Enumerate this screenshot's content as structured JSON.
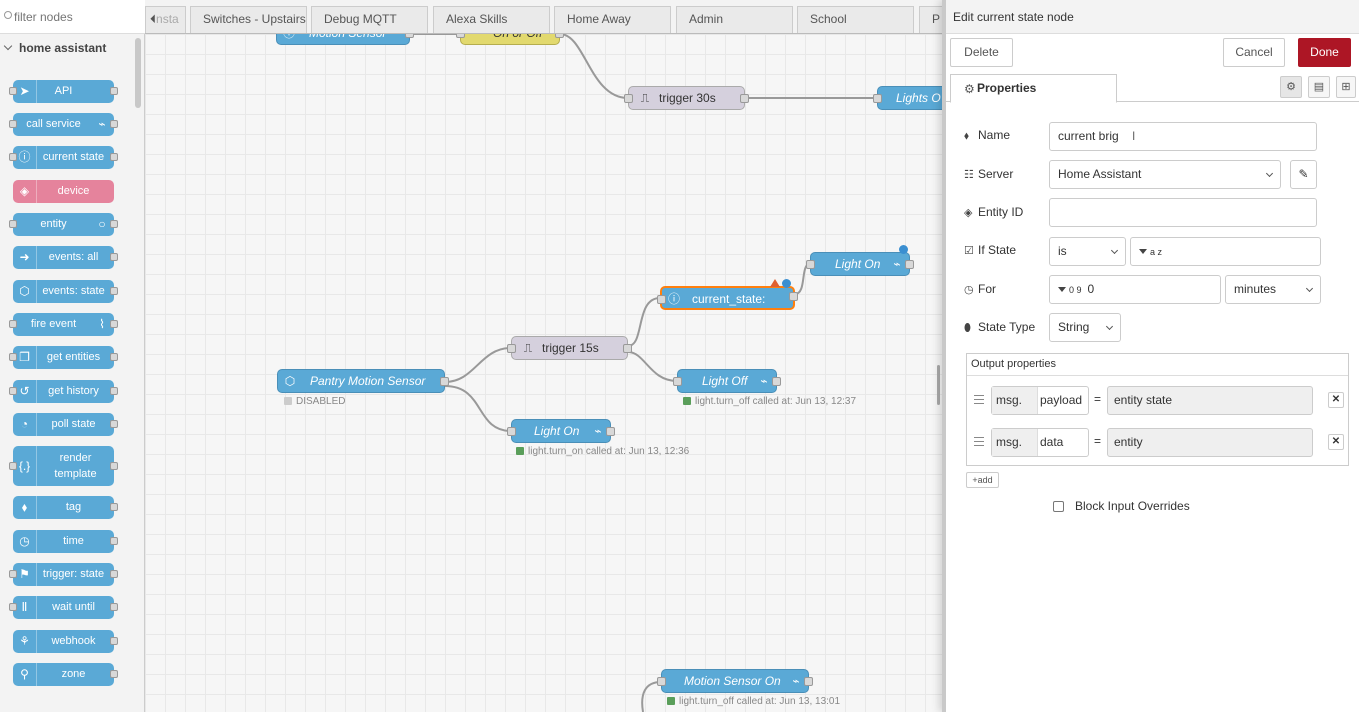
{
  "palette": {
    "filter_placeholder": "filter nodes",
    "category": "home assistant",
    "nodes": [
      {
        "label": "API",
        "icon": "paper-plane-icon"
      },
      {
        "label": "call service",
        "icon": "router-icon"
      },
      {
        "label": "current state",
        "icon": "info-icon"
      },
      {
        "label": "device",
        "icon": "cube-icon"
      },
      {
        "label": "entity",
        "icon": "circle-icon"
      },
      {
        "label": "events: all",
        "icon": "arrow-right-icon"
      },
      {
        "label": "events: state",
        "icon": "hexagon-icon"
      },
      {
        "label": "fire event",
        "icon": "antenna-icon"
      },
      {
        "label": "get entities",
        "icon": "document-icon"
      },
      {
        "label": "get history",
        "icon": "history-icon"
      },
      {
        "label": "poll state",
        "icon": "timer-icon"
      },
      {
        "label": "render template",
        "label_line1": "render",
        "label_line2": "template",
        "icon": "braces-icon"
      },
      {
        "label": "tag",
        "icon": "tag-icon"
      },
      {
        "label": "time",
        "icon": "clock-icon"
      },
      {
        "label": "trigger: state",
        "icon": "signpost-icon"
      },
      {
        "label": "wait until",
        "icon": "pause-icon"
      },
      {
        "label": "webhook",
        "icon": "webhook-icon"
      },
      {
        "label": "zone",
        "icon": "map-pin-icon"
      }
    ]
  },
  "tabs": [
    {
      "label": "nsta"
    },
    {
      "label": "Switches - Upstairs"
    },
    {
      "label": "Debug MQTT"
    },
    {
      "label": "Alexa Skills"
    },
    {
      "label": "Home Away"
    },
    {
      "label": "Admin"
    },
    {
      "label": "School"
    },
    {
      "label": "P"
    }
  ],
  "flow": {
    "nodes": {
      "motion_sensor_top": "Motion Sensor",
      "on_or_off": "On or Off",
      "trigger30": "trigger 30s",
      "lights_o": "Lights O",
      "light_on_top": "Light On",
      "current_state": "current_state:",
      "trigger15": "trigger 15s",
      "pantry": "Pantry Motion Sensor",
      "light_off": "Light Off",
      "light_on_bottom": "Light On",
      "motion_sensor_on": "Motion Sensor On"
    },
    "status": {
      "pantry": "DISABLED",
      "light_off": "light.turn_off called at: Jun 13, 12:37",
      "light_on_bottom": "light.turn_on called at: Jun 13, 12:36",
      "motion_sensor_on": "light.turn_off called at: Jun 13, 13:01"
    }
  },
  "tray": {
    "title": "Edit current state node",
    "delete_label": "Delete",
    "cancel_label": "Cancel",
    "done_label": "Done",
    "properties_tab": "Properties",
    "fields": {
      "name_label": "Name",
      "name_value": "current brig",
      "server_label": "Server",
      "server_value": "Home Assistant",
      "entity_label": "Entity ID",
      "entity_value": "",
      "ifstate_label": "If State",
      "ifstate_op": "is",
      "ifstate_type": "a z",
      "for_label": "For",
      "for_type": "0 9",
      "for_value": "0",
      "for_unit": "minutes",
      "statetype_label": "State Type",
      "statetype_value": "String"
    },
    "output": {
      "header": "Output properties",
      "rows": [
        {
          "type": "msg.",
          "prop": "payload",
          "value": "entity state"
        },
        {
          "type": "msg.",
          "prop": "data",
          "value": "entity"
        }
      ],
      "add_label": "add"
    },
    "block_label": "Block Input Overrides"
  }
}
